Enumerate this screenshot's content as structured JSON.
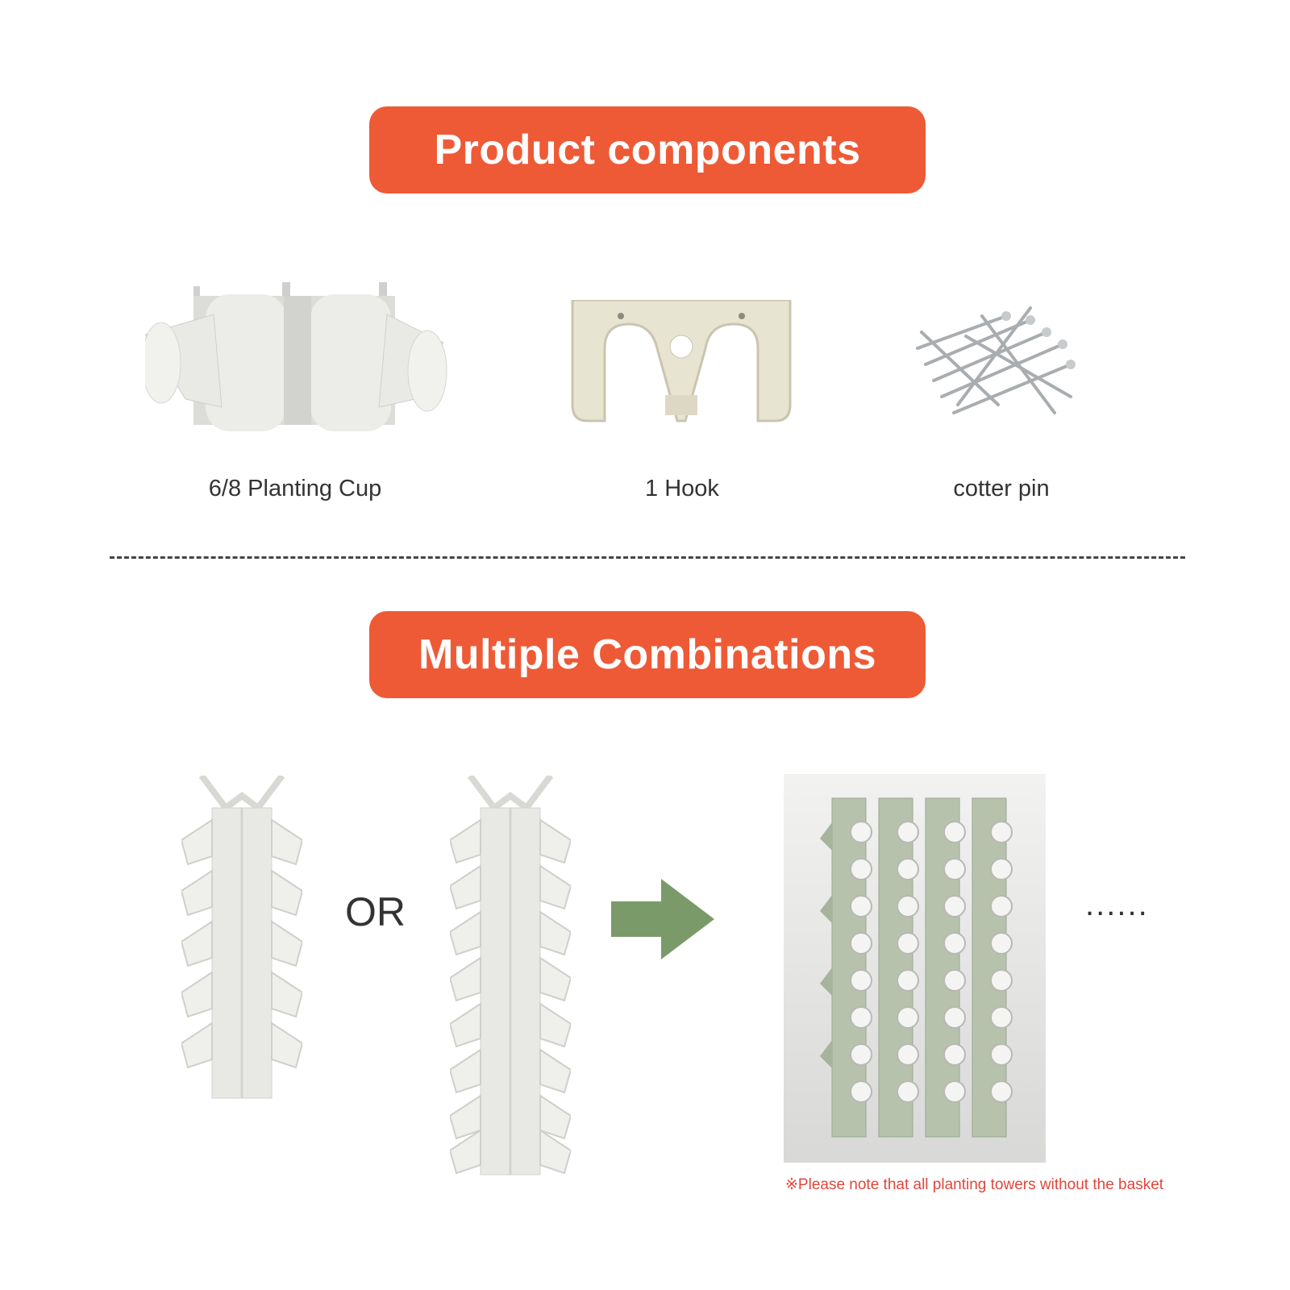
{
  "colors": {
    "banner": "#EE5A36",
    "arrow": "#7B9A6A",
    "note": "#E0463B",
    "plastic": "#E6E6E2",
    "tower_green": "#B7C2AC"
  },
  "header": {
    "components_title": "Product components",
    "combinations_title": "Multiple Combinations"
  },
  "components": [
    {
      "label": "6/8 Planting Cup",
      "icon": "planting-cup-icon"
    },
    {
      "label": "1 Hook",
      "icon": "hook-icon"
    },
    {
      "label": "cotter pin",
      "icon": "cotter-pin-icon"
    }
  ],
  "combinations": {
    "or_text": "OR",
    "ellipsis": "......",
    "note": "※Please note that all planting towers without the basket"
  }
}
